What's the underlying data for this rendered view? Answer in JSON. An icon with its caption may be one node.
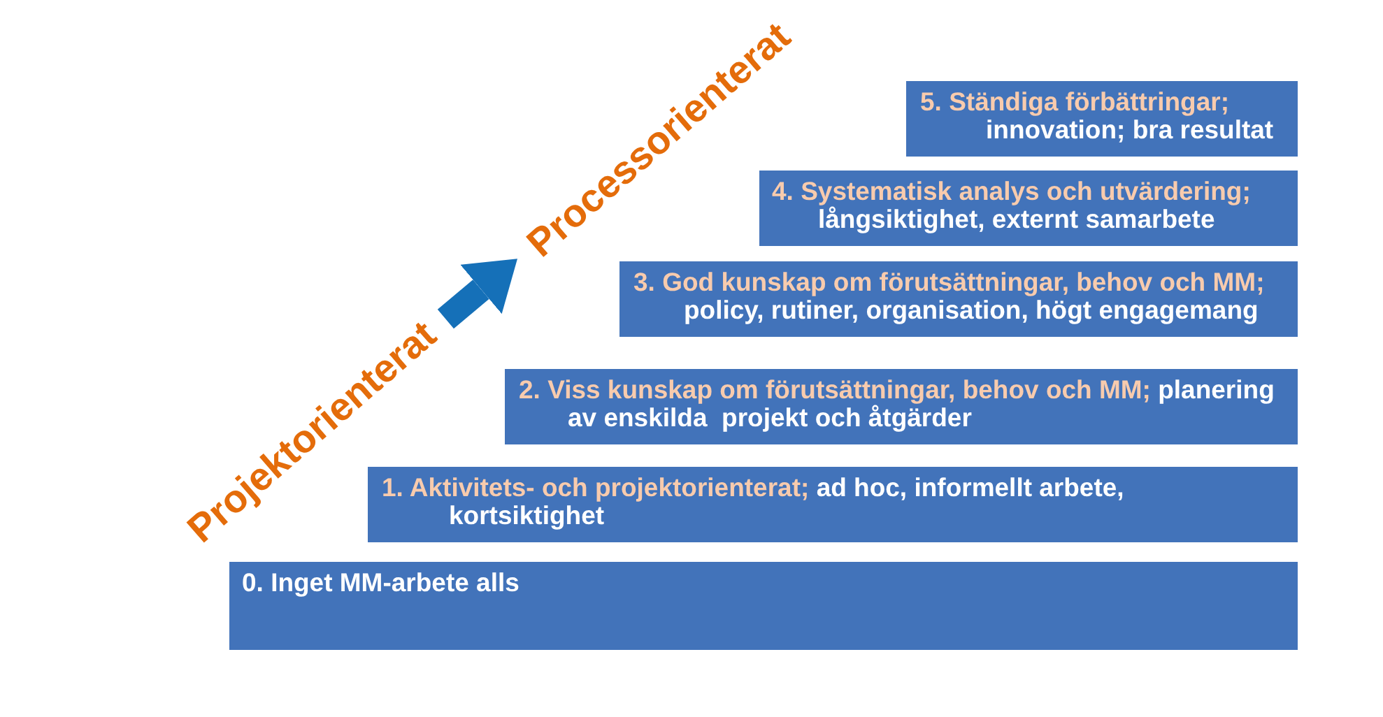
{
  "diagram": {
    "nodes": [
      {
        "text": [
          "Projektorienterat"
        ]
      },
      {
        "text": [
          "Processorienterat"
        ]
      },
      {
        "text": [
          "5. Ständiga förbättringar;",
          "innovation; bra resultat"
        ]
      },
      {
        "text": [
          "4. Systematisk analys och utvärdering;",
          "långsiktighet, externt samarbete"
        ]
      },
      {
        "text": [
          "3. God kunskap om förutsättningar, behov och MM;",
          "policy, rutiner, organisation, högt engagemang"
        ]
      },
      {
        "text": [
          "2. Viss kunskap om förutsättningar, behov och MM;",
          "planering av enskilda  projekt och åtgärder"
        ]
      },
      {
        "text": [
          "1. Aktivitets- och projektorienterat;",
          "ad hoc, informellt arbete, kortsiktighet"
        ]
      },
      {
        "text": [
          "0. Inget MM-arbete alls"
        ]
      }
    ],
    "edges": [
      {
        "from": 0,
        "to": 1,
        "arrow": "to"
      }
    ]
  }
}
